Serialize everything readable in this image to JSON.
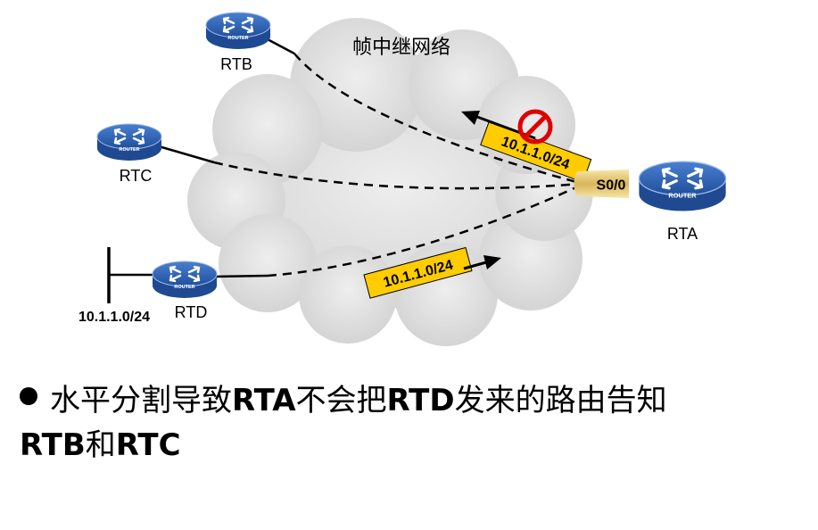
{
  "diagram": {
    "cloud_label": "帧中继网络",
    "routers": {
      "rtb": "RTB",
      "rtc": "RTC",
      "rtd": "RTD",
      "rta": "RTA",
      "icon_text": "ROUTER"
    },
    "interface_label": "S0/0",
    "network_label": "10.1.1.0/24",
    "route_tag_blocked": "10.1.1.0/24",
    "route_tag_incoming": "10.1.1.0/24"
  },
  "bullet": {
    "p1": "水平分割导致",
    "p2": "RTA",
    "p3": "不会把",
    "p4": "RTD",
    "p5": "发来的路由告知",
    "p6": "RTB",
    "p7": "和",
    "p8": "RTC"
  },
  "colors": {
    "cloud": "#d9d9d9",
    "router_blue": "#2a5aa8",
    "tag_yellow": "#ffcc00",
    "block_red": "#e00000"
  }
}
